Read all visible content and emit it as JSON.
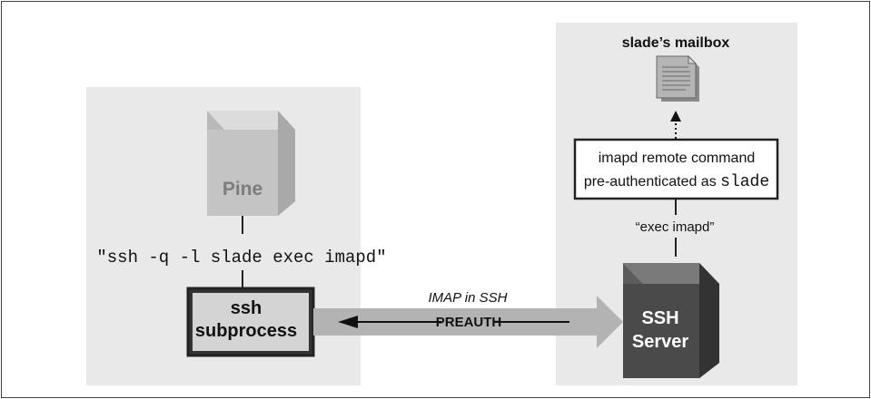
{
  "left_host": {
    "client_label": "Pine",
    "command_text": "\"ssh -q -l slade exec imapd\"",
    "subprocess_line1": "ssh",
    "subprocess_line2": "subprocess"
  },
  "tunnel": {
    "label_top": "IMAP in SSH",
    "label_bottom": "PREAUTH"
  },
  "right_host": {
    "mailbox_label": "slade’s mailbox",
    "remote_command_line1": "imapd remote command",
    "remote_command_line2_prefix": "pre-authenticated as ",
    "remote_command_user": "slade",
    "exec_label": "“exec imapd”",
    "server_line1": "SSH",
    "server_line2": "Server"
  },
  "colors": {
    "panel": "#e9e9e9",
    "arrow": "#b3b3b3",
    "pine_cube_front": "#c4c4c4",
    "server_cube_front": "#4a4a4a",
    "box_border": "#222222"
  }
}
